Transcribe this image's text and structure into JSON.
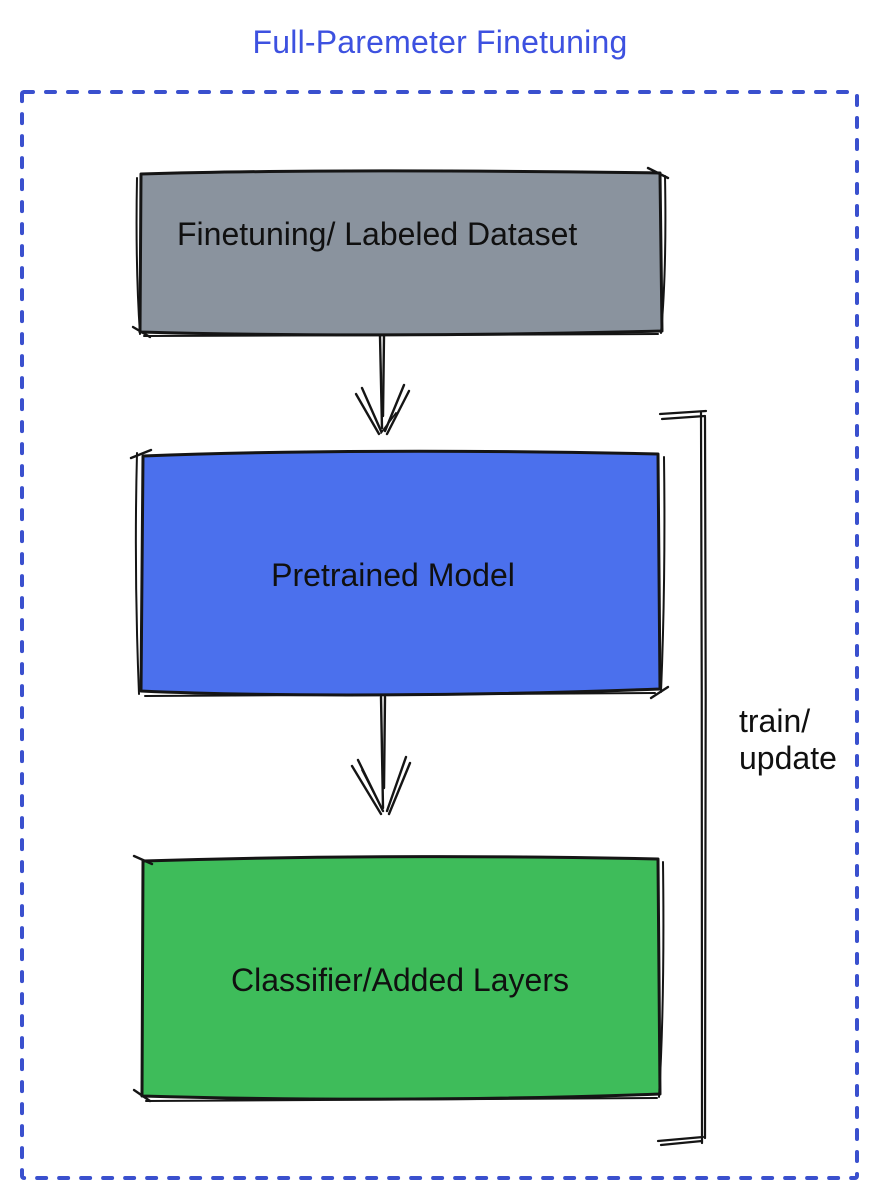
{
  "title": {
    "text": "Full-Paremeter Finetuning",
    "color": "#3d51e0"
  },
  "frame": {
    "style": "dotted-rectangle",
    "border_color": "#3a50ce"
  },
  "boxes": [
    {
      "name": "finetuning-labeled-dataset",
      "label": "Finetuning/ Labeled Dataset",
      "fill": "#8a939e"
    },
    {
      "name": "pretrained-model",
      "label": "Pretrained Model",
      "fill": "#4b70ed"
    },
    {
      "name": "classifier-added-layers",
      "label": "Classifier/Added Layers",
      "fill": "#3ebc5a"
    }
  ],
  "connectors": {
    "arrow_top": "arrow-down-icon",
    "arrow_bottom": "arrow-down-icon",
    "bracket": "right-bracket-icon",
    "stroke_color": "#151515"
  },
  "bracket": {
    "label_line1": "train/",
    "label_line2": "update"
  }
}
